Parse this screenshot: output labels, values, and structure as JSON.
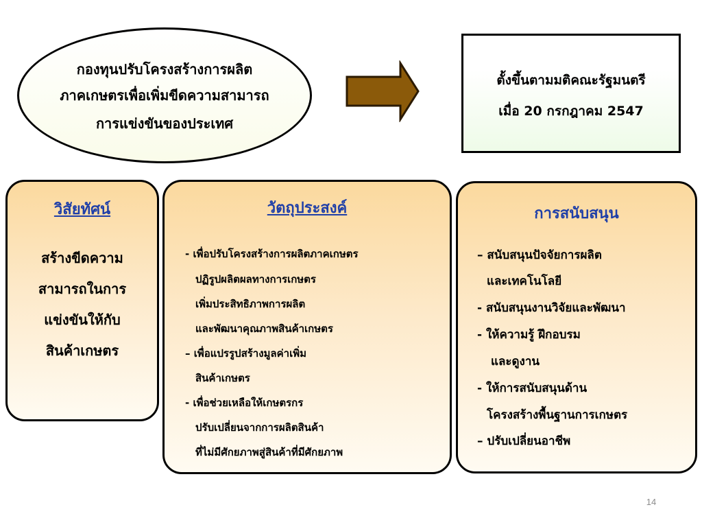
{
  "title": {
    "lines": [
      "กองทุนปรับโครงสร้างการผลิต",
      "ภาคเกษตรเพื่อเพิ่มขีดความสามารถ",
      "การแข่งขันของประเทศ"
    ]
  },
  "arrow": {
    "icon": "right-arrow-icon",
    "fill": "#8B5A0A"
  },
  "establishment": {
    "lines": [
      "ตั้งขึ้นตามมติคณะรัฐมนตรี",
      "เมื่อ 20  กรกฎาคม 2547"
    ]
  },
  "vision": {
    "heading": "วิสัยทัศน์",
    "lines": [
      "สร้างขีดความ",
      "สามารถในการ",
      "แข่งขันให้กับ",
      "สินค้าเกษตร"
    ]
  },
  "objectives": {
    "heading": "วัตถุประสงค์",
    "lines": [
      "- เพื่อปรับโครงสร้างการผลิตภาคเกษตร",
      "ปฏิรูปผลิตผลทางการเกษตร",
      "เพิ่มประสิทธิภาพการผลิต",
      "และพัฒนาคุณภาพสินค้าเกษตร",
      "– เพื่อแปรรูปสร้างมูลค่าเพิ่ม",
      "สินค้าเกษตร",
      "- เพื่อช่วยเหลือให้เกษตรกร",
      "ปรับเปลี่ยนจากการผลิตสินค้า",
      "ที่ไม่มีศักยภาพสู่สินค้าที่มีศักยภาพ"
    ]
  },
  "support": {
    "heading": "การสนับสนุน",
    "lines": [
      "– สนับสนุนปัจจัยการผลิต",
      "และเทคโนโลยี",
      "- สนับสนุนงานวิจัยและพัฒนา",
      "- ให้ความรู้    ฝึกอบรม",
      "และดูงาน",
      "- ให้การสนับสนุนด้าน",
      "โครงสร้างพื้นฐานการเกษตร",
      "– ปรับเปลี่ยนอาชีพ"
    ]
  },
  "page_number": "14",
  "colors": {
    "heading_blue": "#1f3fa8",
    "panel_top": "#fbd99e",
    "panel_bottom": "#fffbf2",
    "page_number_gray": "#8c8c8c"
  }
}
